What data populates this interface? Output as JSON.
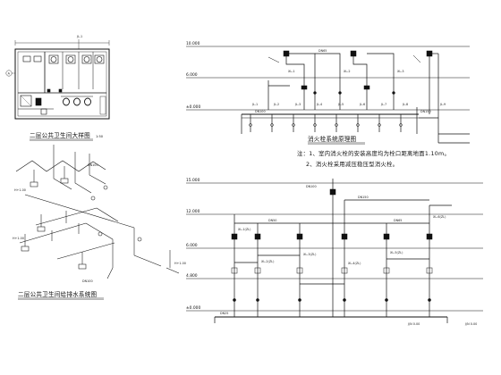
{
  "drawing": {
    "titles": {
      "toilet_plan": "二层公共卫生间大样图",
      "toilet_plan_scale": "1:50",
      "toilet_system": "二层公共卫生间给排水系统图",
      "hydrant_system": "消火栓系统原理图"
    },
    "notes": [
      "注：1、室内消火栓的安装高度均为栓口距离地面1.10m。",
      "2、消火栓采用减压稳压型消火栓。"
    ],
    "elevations_top": [
      "10.000",
      "6.000",
      "±0.000"
    ],
    "elevations_bottom": [
      "15.000",
      "12.000",
      "6.000",
      "4.800",
      "±0.000"
    ],
    "pipe_labels": {
      "risers_top": [
        "XL-1",
        "XL-2",
        "XL-3"
      ],
      "risers_mid": [
        "JL-1",
        "JL-2",
        "JL-3",
        "JL-4",
        "JL-5",
        "JL-6",
        "JL-7",
        "JL-8",
        "JL-9"
      ],
      "risers_bottom": [
        "XL-1(ZL)",
        "XL-2(ZL)",
        "XL-3(ZL)",
        "XL-4(ZL)",
        "XL-5(ZL)",
        "XL-6(ZL)"
      ],
      "sizes": [
        "DN100",
        "DN150",
        "DN65",
        "DN50",
        "DN25"
      ]
    },
    "small_text": {
      "plan_axis": "A",
      "plan_room": "JL-1",
      "system_level": "H+1.00",
      "system_pipe": "DN100",
      "bottom_mark": "J/N  0.00"
    }
  }
}
